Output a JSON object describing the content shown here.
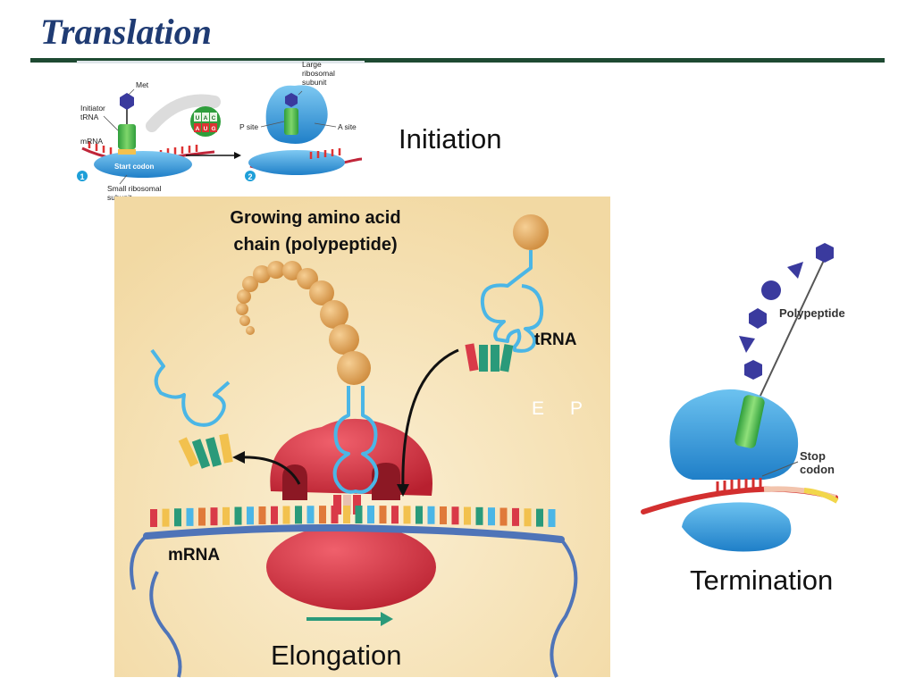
{
  "slide": {
    "title": "Translation",
    "captions": {
      "initiation": "Initiation",
      "elongation": "Elongation",
      "termination": "Termination"
    }
  },
  "initiation": {
    "labels": {
      "met": "Met",
      "initiator_trna": "Initiator\ntRNA",
      "mrna": "mRNA",
      "start_codon": "Start codon",
      "small_subunit": "Small ribosomal\nsubunit",
      "large_subunit": "Large\nribosomal\nsubunit",
      "p_site": "P site",
      "a_site": "A site"
    },
    "step_numbers": [
      "1",
      "2"
    ],
    "codon_letters": [
      "U",
      "A",
      "C",
      "A",
      "U",
      "G"
    ]
  },
  "elongation": {
    "labels": {
      "polypeptide": "Growing amino acid\nchain (polypeptide)",
      "trna": "tRNA",
      "mrna": "mRNA",
      "site_e": "E",
      "site_p": "P"
    }
  },
  "termination": {
    "labels": {
      "polypeptide": "Polypeptide",
      "stop_codon": "Stop\ncodon"
    }
  },
  "colors": {
    "title": "#1f3b73",
    "rule": "#1e4a32",
    "ribosome_red": "#d93a48",
    "ribosome_blue": "#2a8fd6",
    "trna_blue": "#4bb6e6",
    "amino_acid": "#e0a25a",
    "elongation_panel": "#f6e2b6",
    "mrna_strand": "#4f74b8"
  }
}
